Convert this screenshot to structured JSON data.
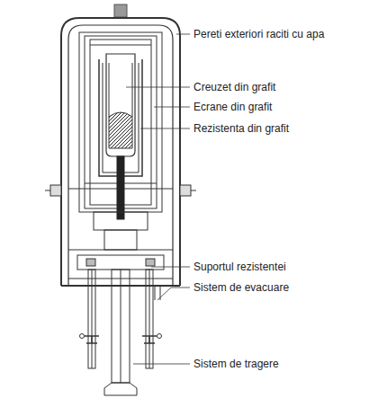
{
  "diagram": {
    "labels": [
      "Pereti exteriori raciti cu apa",
      "Creuzet din grafit",
      "Ecrane din grafit",
      "Rezistenta din grafit",
      "Suportul rezistentei",
      "Sistem de evacuare",
      "Sistem de tragere"
    ]
  }
}
